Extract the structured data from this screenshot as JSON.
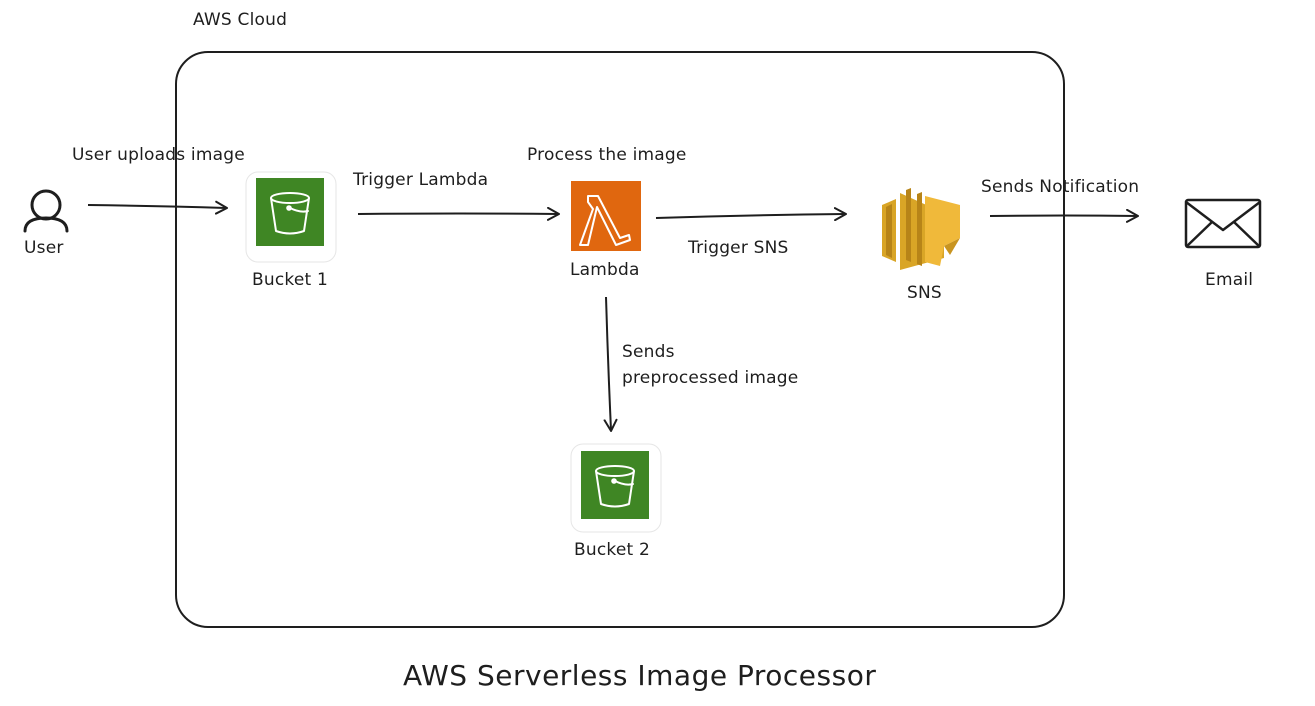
{
  "group_label": "AWS Cloud",
  "title": "AWS Serverless Image Processor",
  "nodes": {
    "user": {
      "label": "User",
      "icon": "user-icon"
    },
    "bucket1": {
      "label": "Bucket 1",
      "icon": "s3-bucket-icon"
    },
    "lambda": {
      "label": "Lambda",
      "icon": "lambda-icon"
    },
    "sns": {
      "label": "SNS",
      "icon": "sns-icon"
    },
    "email": {
      "label": "Email",
      "icon": "envelope-icon"
    },
    "bucket2": {
      "label": "Bucket 2",
      "icon": "s3-bucket-icon"
    }
  },
  "edges": {
    "user_to_bucket1": "User uploads image",
    "bucket1_to_lambda": "Trigger Lambda",
    "lambda_note": "Process the image",
    "lambda_to_sns": "Trigger SNS",
    "sns_to_email": "Sends Notification",
    "lambda_to_bucket2_line1": "Sends",
    "lambda_to_bucket2_line2": "preprocessed image"
  },
  "colors": {
    "s3_green": "#3f8624",
    "lambda_orange": "#e0670f",
    "sns_gold": "#d9a526",
    "stroke": "#1e1e1e"
  }
}
